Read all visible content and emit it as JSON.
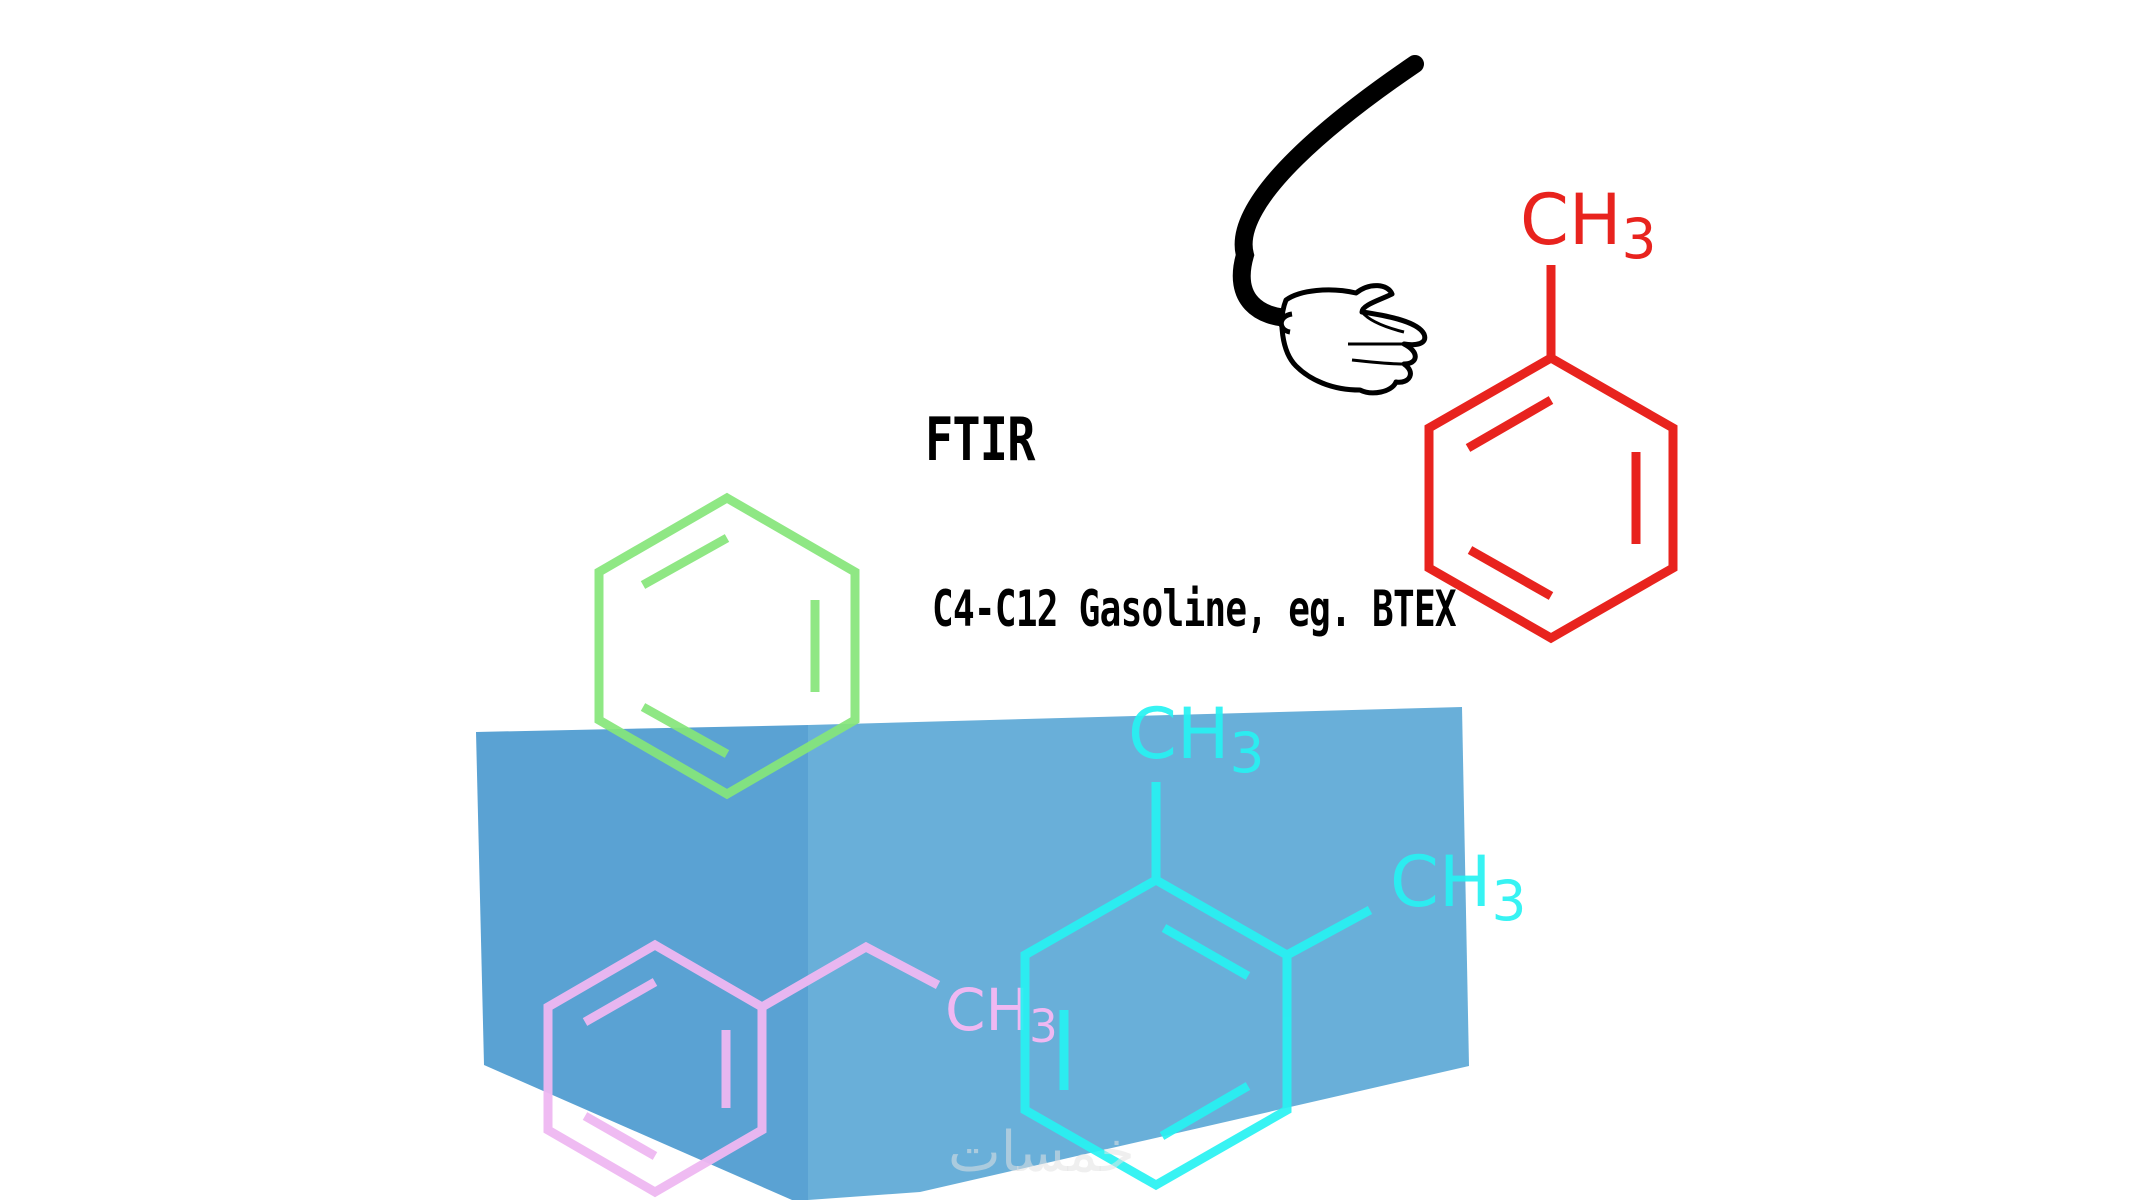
{
  "title": "FTIR",
  "subtitle": "C4-C12 Gasoline, eg. BTEX",
  "watermark": "خمسات",
  "molecules": [
    {
      "name": "benzene",
      "color": "#86e67a"
    },
    {
      "name": "toluene",
      "color": "#e8231e",
      "label": "CH3"
    },
    {
      "name": "ethylbenzene",
      "color": "#efb8f2",
      "label": "CH3"
    },
    {
      "name": "xylene",
      "color": "#27f2f2",
      "labels": [
        "CH3",
        "CH3"
      ]
    }
  ],
  "colors": {
    "block_left": "#5aa2d3",
    "block_right": "#69afd9",
    "arm": "#000000"
  }
}
